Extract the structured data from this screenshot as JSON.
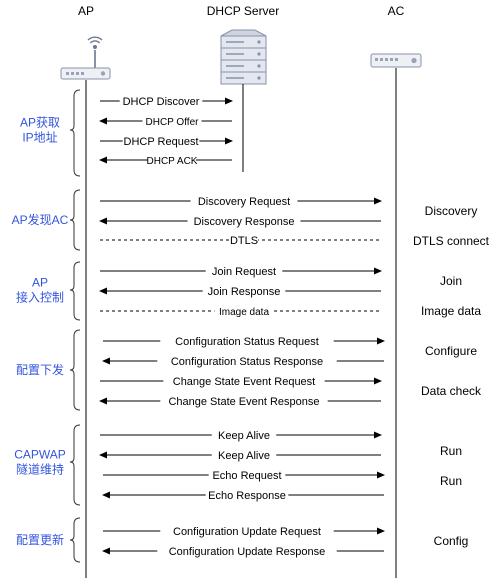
{
  "colors": {
    "line": "#000000",
    "phase_text": "#3355dd",
    "icon_fill": "#eef0f6",
    "icon_stroke": "#8a92a8",
    "server_fill": "#dfe3ec",
    "brace": "#333333"
  },
  "participants": [
    {
      "id": "ap",
      "label": "AP",
      "icon": "wireless-router-icon"
    },
    {
      "id": "dhcp",
      "label": "DHCP Server",
      "icon": "server-rack-icon"
    },
    {
      "id": "ac",
      "label": "AC",
      "icon": "access-controller-icon"
    }
  ],
  "phases": [
    {
      "lines": [
        "AP获取",
        "IP地址"
      ]
    },
    {
      "lines": [
        "AP发现AC"
      ]
    },
    {
      "lines": [
        "AP",
        "接入控制"
      ]
    },
    {
      "lines": [
        "配置下发"
      ]
    },
    {
      "lines": [
        "CAPWAP",
        "隧道维持"
      ]
    },
    {
      "lines": [
        "配置更新"
      ]
    }
  ],
  "messages": [
    {
      "label": "DHCP Discover",
      "from": "ap",
      "to": "dhcp",
      "style": "solid"
    },
    {
      "label": "DHCP Offer",
      "from": "dhcp",
      "to": "ap",
      "style": "solid"
    },
    {
      "label": "DHCP Request",
      "from": "ap",
      "to": "dhcp",
      "style": "solid"
    },
    {
      "label": "DHCP ACK",
      "from": "dhcp",
      "to": "ap",
      "style": "solid"
    },
    {
      "label": "Discovery Request",
      "from": "ap",
      "to": "ac",
      "style": "solid"
    },
    {
      "label": "Discovery Response",
      "from": "ac",
      "to": "ap",
      "style": "solid"
    },
    {
      "label": "DTLS",
      "from": "ap",
      "to": "ac",
      "style": "dashed"
    },
    {
      "label": "Join Request",
      "from": "ap",
      "to": "ac",
      "style": "solid"
    },
    {
      "label": "Join Response",
      "from": "ac",
      "to": "ap",
      "style": "solid"
    },
    {
      "label": "Image data",
      "from": "ap",
      "to": "ac",
      "style": "dashed"
    },
    {
      "label": "Configuration Status Request",
      "from": "ap",
      "to": "ac",
      "style": "solid"
    },
    {
      "label": "Configuration Status Response",
      "from": "ac",
      "to": "ap",
      "style": "solid"
    },
    {
      "label": "Change State Event Request",
      "from": "ap",
      "to": "ac",
      "style": "solid"
    },
    {
      "label": "Change State Event Response",
      "from": "ac",
      "to": "ap",
      "style": "solid"
    },
    {
      "label": "Keep Alive",
      "from": "ap",
      "to": "ac",
      "style": "solid"
    },
    {
      "label": "Keep Alive",
      "from": "ac",
      "to": "ap",
      "style": "solid"
    },
    {
      "label": "Echo Request",
      "from": "ap",
      "to": "ac",
      "style": "solid"
    },
    {
      "label": "Echo Response",
      "from": "ac",
      "to": "ap",
      "style": "solid"
    },
    {
      "label": "Configuration Update Request",
      "from": "ap",
      "to": "ac",
      "style": "solid"
    },
    {
      "label": "Configuration Update Response",
      "from": "ac",
      "to": "ap",
      "style": "solid"
    }
  ],
  "states": [
    "Discovery",
    "DTLS connect",
    "Join",
    "Image data",
    "Configure",
    "Data check",
    "Run",
    "Run",
    "Config"
  ]
}
